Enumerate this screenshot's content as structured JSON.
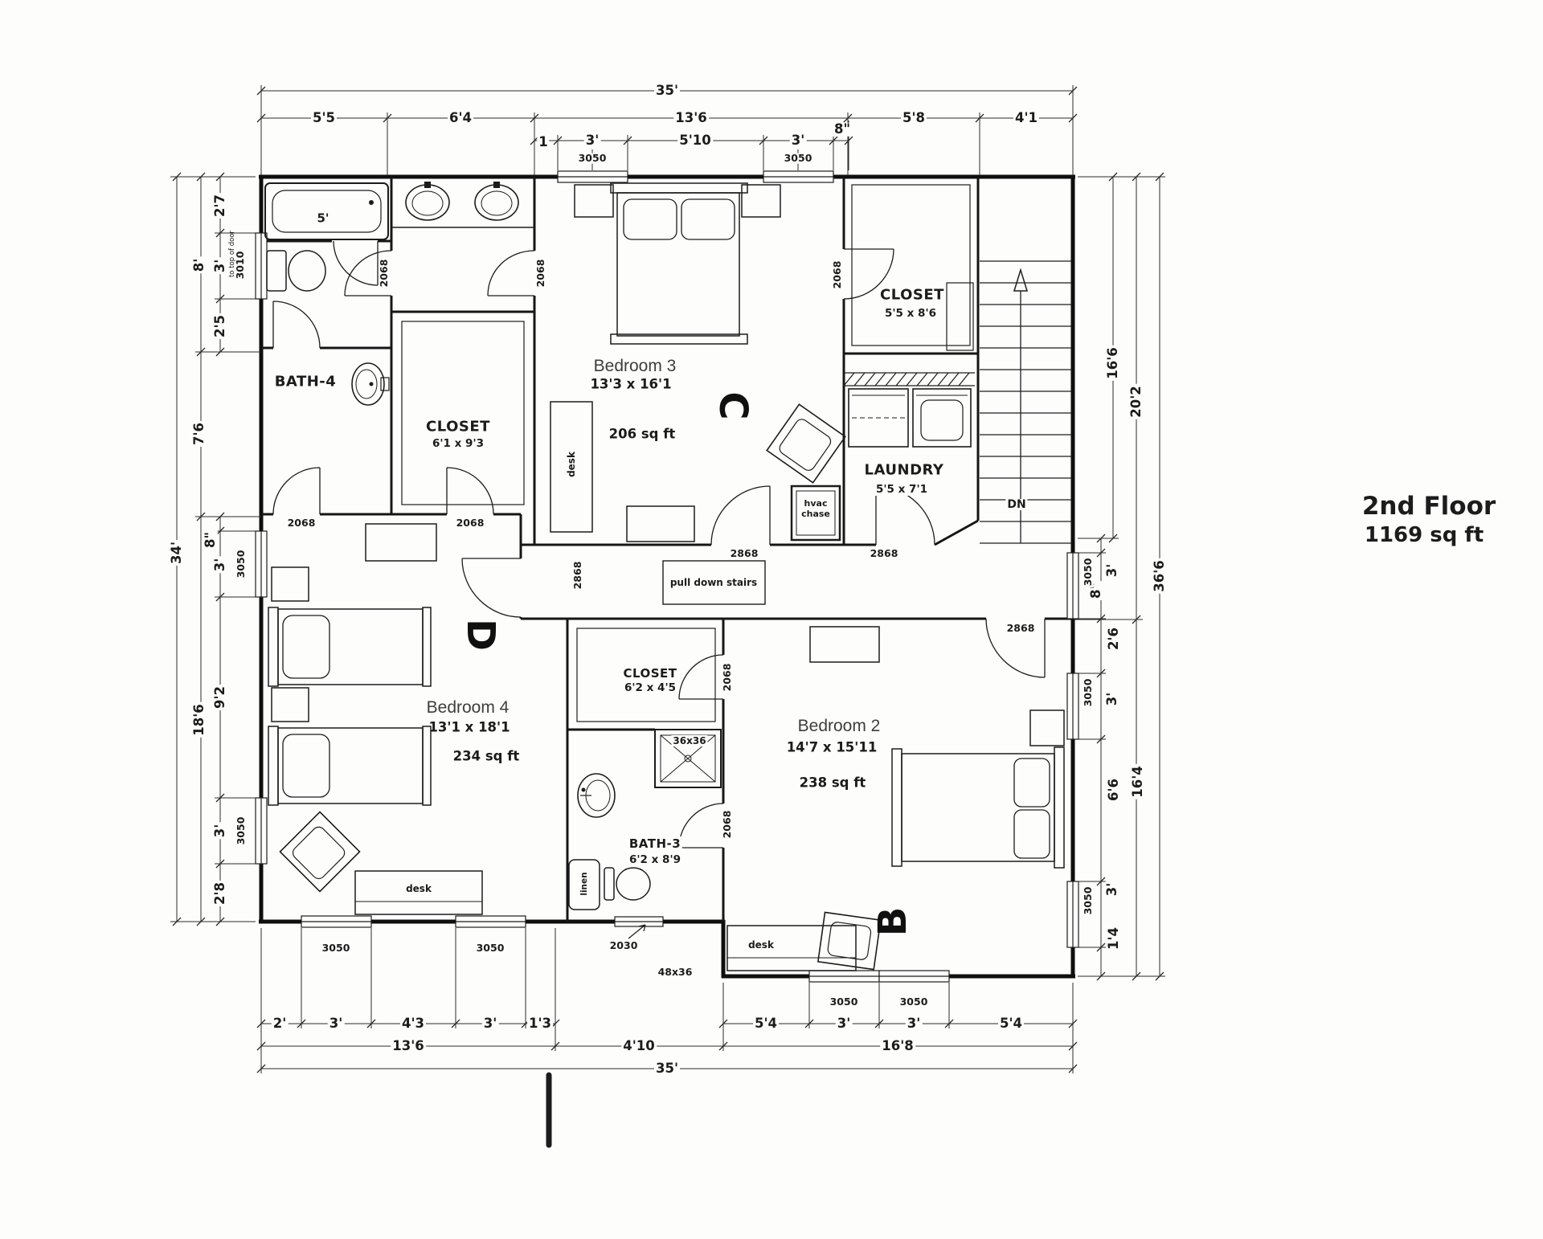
{
  "title": {
    "line1": "2nd Floor",
    "line2": "1169 sq ft"
  },
  "rooms": {
    "bedroom3": {
      "name": "Bedroom 3",
      "size": "13'3 x 16'1",
      "area": "206 sq ft",
      "letter": "C"
    },
    "bedroom4": {
      "name": "Bedroom 4",
      "size": "13'1 x 18'1",
      "area": "234 sq ft",
      "letter": "D"
    },
    "bedroom2": {
      "name": "Bedroom 2",
      "size": "14'7 x 15'11",
      "area": "238 sq ft",
      "letter": "B"
    },
    "bath4": {
      "name": "BATH-4"
    },
    "bath3": {
      "name": "BATH-3",
      "size": "6'2 x 8'9"
    },
    "closet_b3": {
      "name": "CLOSET",
      "size": "6'1 x 9'3"
    },
    "closet_hall": {
      "name": "CLOSET",
      "size": "5'5 x 8'6"
    },
    "closet_b2": {
      "name": "CLOSET",
      "size": "6'2 x 4'5"
    },
    "laundry": {
      "name": "LAUNDRY",
      "size": "5'5 x 7'1"
    }
  },
  "fixtures": {
    "tub_length": "5'",
    "shower_size": "36x36",
    "pulldown": "pull down stairs",
    "hvac_line1": "hvac",
    "hvac_line2": "chase",
    "down": "DN",
    "desk": "desk",
    "linen": "linen"
  },
  "labels": {
    "window_3050": "3050",
    "window_3010": "3010",
    "door_2068": "2068",
    "door_2868": "2868",
    "door_2030": "2030",
    "skylight_48x36": "48x36"
  },
  "dims": {
    "ft3": "3'",
    "in8": "8\"",
    "note": "to top of door",
    "top_overall": "35'",
    "top_a": "5'5",
    "top_b": "6'4",
    "top_c": "13'6",
    "top_d": "5'8",
    "top_e": "4'1",
    "top_f": "1",
    "top_g": "5'10",
    "left_overall": "34'",
    "left_a": "8'",
    "left_b": "7'6",
    "left_c": "18'6",
    "left_d": "2'7",
    "left_e": "2'5",
    "left_f": "9'2",
    "left_g": "2'8",
    "right_overall": "36'6",
    "right_a": "16'6",
    "right_b": "20'2",
    "right_c": "2'6",
    "right_d": "6'6",
    "right_e": "16'4",
    "right_f": "1'4",
    "bottom_overall": "35'",
    "bottom_a": "2'",
    "bottom_b": "4'3",
    "bottom_c": "1'3",
    "bottom_d": "13'6",
    "bottom_e": "4'10",
    "bottom_f": "5'4",
    "bottom_g": "16'8"
  }
}
